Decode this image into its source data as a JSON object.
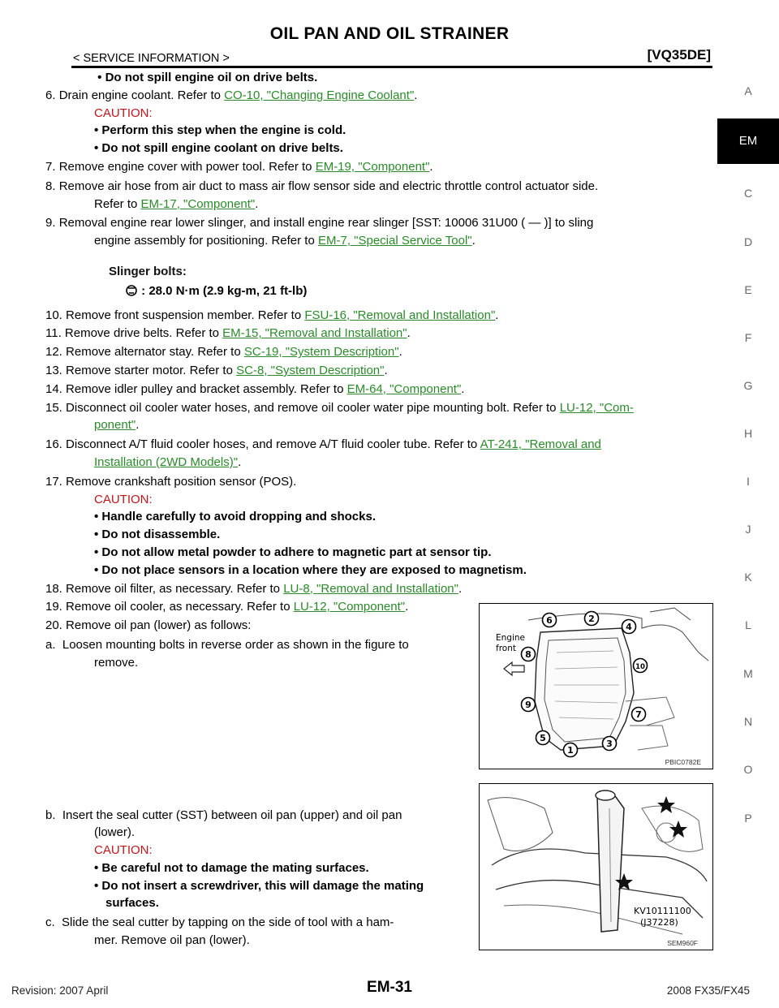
{
  "header": {
    "title": "OIL PAN AND OIL STRAINER",
    "section": "< SERVICE INFORMATION >",
    "model": "[VQ35DE]"
  },
  "footer": {
    "page": "EM-31",
    "revision": "Revision: 2007 April",
    "vehicle": "2008 FX35/FX45"
  },
  "side_tabs": [
    "A",
    "EM",
    "C",
    "D",
    "E",
    "F",
    "G",
    "H",
    "I",
    "J",
    "K",
    "L",
    "M",
    "N",
    "O",
    "P"
  ],
  "active_tab": "EM",
  "content": {
    "b0": "Do not spill engine oil on drive belts.",
    "s6_num": "6.",
    "s6_text": "Drain engine coolant. Refer to ",
    "s6_link": "CO-10, \"Changing Engine Coolant\"",
    "caution": "CAUTION:",
    "s6_b1": "Perform this step when the engine is cold.",
    "s6_b2": "Do not spill engine coolant on drive belts.",
    "s7_num": "7.",
    "s7_text": "Remove engine cover with power tool. Refer to ",
    "s7_link": "EM-19, \"Component\"",
    "s8_num": "8.",
    "s8_text1": "Remove air hose from air duct to mass air flow sensor side and electric throttle control actuator side.",
    "s8_text2": "Refer to ",
    "s8_link": "EM-17, \"Component\"",
    "s9_num": "9.",
    "s9_text1": "Removal engine rear lower slinger, and install engine rear slinger [SST: 10006 31U00 (     —     )] to sling",
    "s9_text2": "engine assembly for positioning. Refer to ",
    "s9_link": "EM-7, \"Special Service Tool\"",
    "slinger_label": "Slinger bolts:",
    "slinger_torque": ": 28.0 N·m (2.9 kg-m, 21 ft-lb)",
    "s10_num": "10.",
    "s10_text": "Remove front suspension member. Refer to ",
    "s10_link": "FSU-16, \"Removal and Installation\"",
    "s11_num": "11.",
    "s11_text": "Remove drive belts. Refer to ",
    "s11_link": "EM-15, \"Removal and Installation\"",
    "s12_num": "12.",
    "s12_text": "Remove alternator stay. Refer to ",
    "s12_link": "SC-19, \"System Description\"",
    "s13_num": "13.",
    "s13_text": "Remove starter motor. Refer to ",
    "s13_link": "SC-8, \"System Description\"",
    "s14_num": "14.",
    "s14_text": "Remove idler pulley and bracket assembly. Refer to ",
    "s14_link": "EM-64, \"Component\"",
    "s15_num": "15.",
    "s15_text": "Disconnect oil cooler water hoses, and remove oil cooler water pipe mounting bolt. Refer to ",
    "s15_link1": "LU-12, \"Com-",
    "s15_link2": "ponent\"",
    "s16_num": "16.",
    "s16_text": "Disconnect A/T fluid cooler hoses, and remove A/T fluid cooler tube. Refer to ",
    "s16_link1": "AT-241, \"Removal and",
    "s16_link2": "Installation (2WD Models)\"",
    "s17_num": "17.",
    "s17_text": "Remove crankshaft position sensor (POS).",
    "s17_b1": "Handle carefully to avoid dropping and shocks.",
    "s17_b2": "Do not disassemble.",
    "s17_b3": "Do not allow metal powder to adhere to magnetic part at sensor tip.",
    "s17_b4": "Do not place sensors in a location where they are exposed to magnetism.",
    "s18_num": "18.",
    "s18_text": "Remove oil filter, as necessary. Refer to ",
    "s18_link": "LU-8, \"Removal and Installation\"",
    "s19_num": "19.",
    "s19_text": "Remove oil cooler, as necessary. Refer to ",
    "s19_link": "LU-12, \"Component\"",
    "s20_num": "20.",
    "s20_text": "Remove oil pan (lower) as follows:",
    "sa_num": "a.",
    "sa_text1": "Loosen mounting bolts in reverse order as shown in the figure to",
    "sa_text2": "remove.",
    "sb_num": "b.",
    "sb_text1": "Insert the seal cutter (SST) between oil pan (upper) and oil pan",
    "sb_text2": "(lower).",
    "sb_b1": "Be careful not to damage the mating surfaces.",
    "sb_b2a": "Do not insert a screwdriver, this will damage the mating",
    "sb_b2b": "surfaces.",
    "sc_num": "c.",
    "sc_text1": "Slide the seal cutter by tapping on the side of tool with a ham-",
    "sc_text2": "mer. Remove oil pan (lower)."
  },
  "figure1": {
    "label_engine": "Engine",
    "label_front": "front",
    "code": "PBIC0782E",
    "bolts": [
      "1",
      "2",
      "3",
      "4",
      "5",
      "6",
      "7",
      "8",
      "9",
      "10"
    ]
  },
  "figure2": {
    "tool_no": "KV10111100",
    "tool_alt": "(J37228)",
    "code": "SEM960F"
  }
}
